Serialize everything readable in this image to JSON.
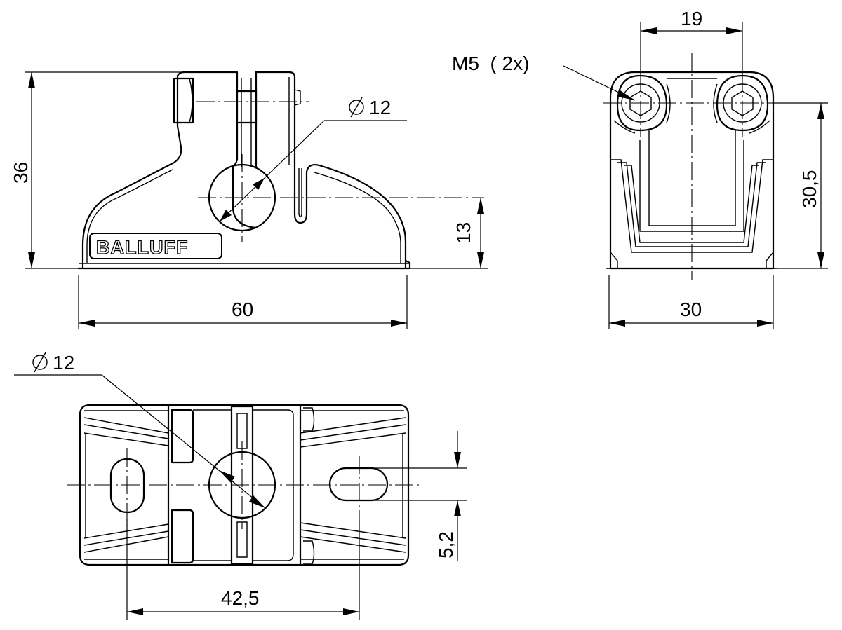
{
  "brand_logo": "BALLUFF",
  "front_view": {
    "height_label": "36",
    "diameter_label": "12",
    "hole_height_label": "13",
    "width_label": "60"
  },
  "side_view": {
    "screw_label": "M5  ( 2x)",
    "screw_spacing_label": "19",
    "screw_height_label": "30,5",
    "width_label": "30"
  },
  "top_view": {
    "diameter_label": "12",
    "slot_offset_label": "5,2",
    "slot_spacing_label": "42,5"
  },
  "symbols": {
    "diameter": "diameter-symbol"
  }
}
